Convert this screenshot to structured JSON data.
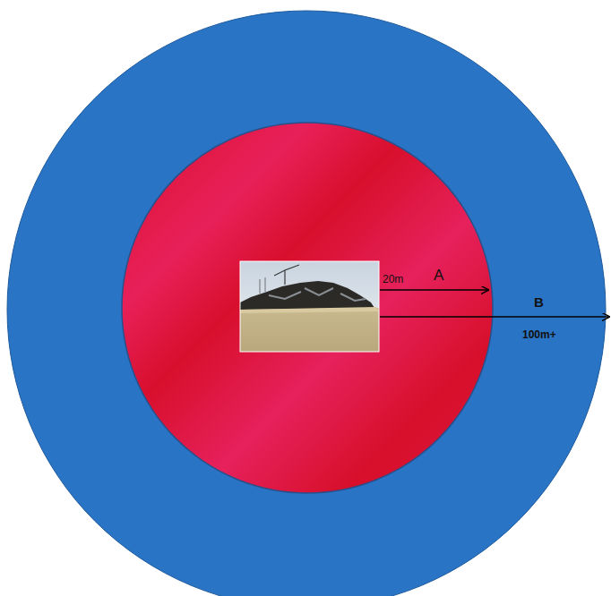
{
  "diagram": {
    "labels": [
      "20m",
      "A",
      "B",
      "100m+"
    ]
  }
}
